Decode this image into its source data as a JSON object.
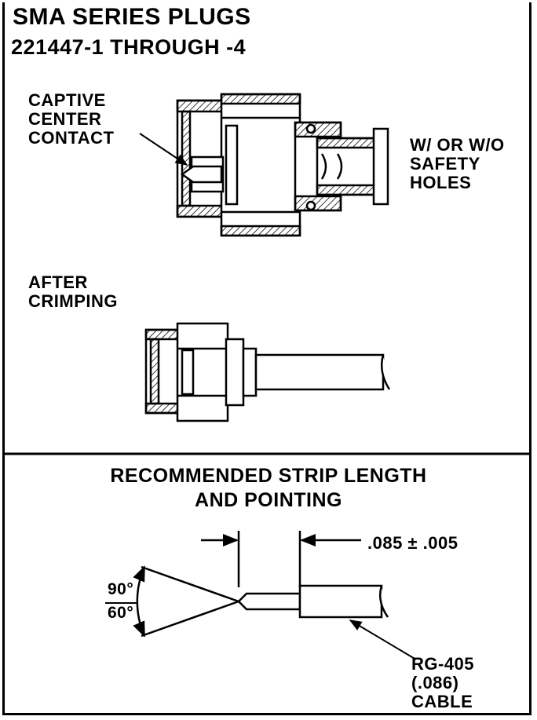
{
  "header": {
    "title": "SMA SERIES PLUGS",
    "subtitle": "221447-1 THROUGH -4"
  },
  "callouts": {
    "captive_center_contact": [
      "CAPTIVE",
      "CENTER",
      "CONTACT"
    ],
    "safety_holes": [
      "W/ OR W/O",
      "SAFETY",
      "HOLES"
    ],
    "after_crimping": [
      "AFTER",
      "CRIMPING"
    ]
  },
  "strip_section": {
    "heading_line1": "RECOMMENDED STRIP LENGTH",
    "heading_line2": "AND POINTING",
    "dimension": ".085 ± .005",
    "angle_top": "90°",
    "angle_bottom": "60°",
    "cable_label": [
      "RG-405",
      "(.086)",
      "CABLE"
    ]
  }
}
